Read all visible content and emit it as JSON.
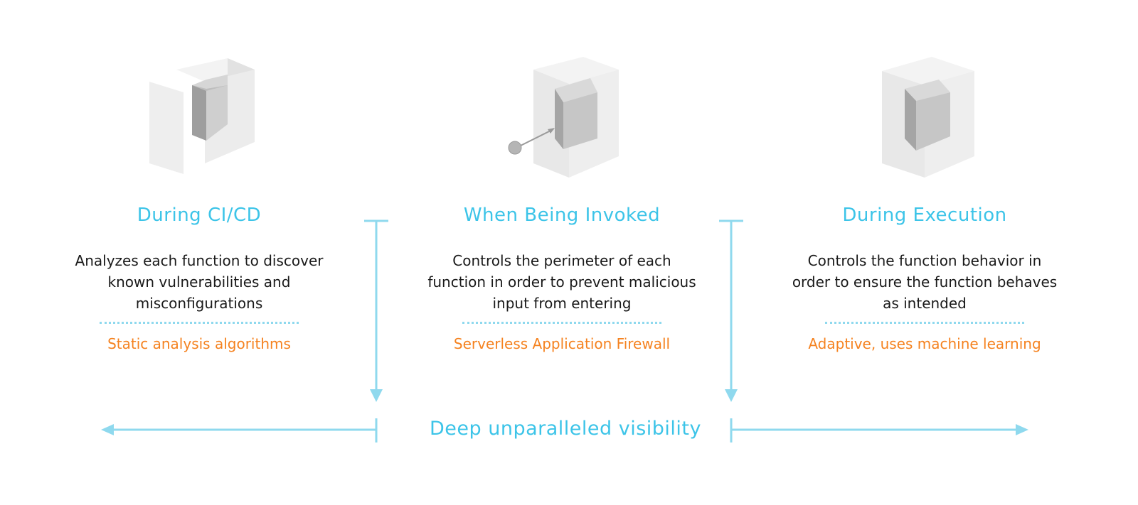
{
  "columns": [
    {
      "title": "During CI/CD",
      "description": "Analyzes each function to discover known vulnerabilities and misconfigurations",
      "technology": "Static analysis algorithms"
    },
    {
      "title": "When Being Invoked",
      "description": "Controls the perimeter of each function in order to prevent malicious input from entering",
      "technology": "Serverless Application Firewall"
    },
    {
      "title": "During Execution",
      "description": "Controls the function behavior in order to ensure the function behaves as intended",
      "technology": "Adaptive, uses machine learning"
    }
  ],
  "bottom_label": "Deep unparalleled visibility",
  "colors": {
    "accent_blue": "#3cc4e8",
    "line_blue": "#8fd9ee",
    "accent_orange": "#f5821f"
  }
}
